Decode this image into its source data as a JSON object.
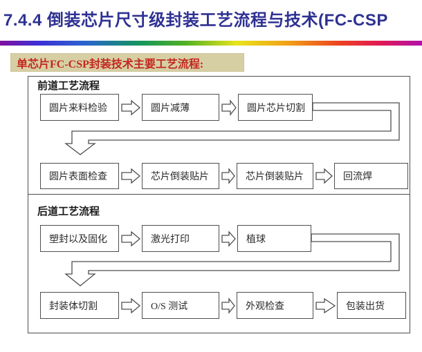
{
  "header": {
    "title": "7.4.4 倒装芯片尺寸级封装工艺流程与技术(FC-CSP"
  },
  "subtitle": {
    "label": "单芯片FC-CSP封装技术主要工艺流程:"
  },
  "colors": {
    "title_text": "#2e3192",
    "subtitle_bg": "#d7cfa4",
    "subtitle_text": "#c3271f",
    "diagram_line": "#4d4d4d"
  },
  "diagram": {
    "front": {
      "label": "前道工艺流程",
      "row1": [
        "圆片来料检验",
        "圆片减薄",
        "圆片芯片切割"
      ],
      "row2": [
        "圆片表面检查",
        "芯片倒装贴片",
        "芯片倒装贴片",
        "回流焊"
      ]
    },
    "back": {
      "label": "后道工艺流程",
      "row1": [
        "塑封以及固化",
        "激光打印",
        "植球"
      ],
      "row2": [
        "封装体切割",
        "O/S 测试",
        "外观检查",
        "包装出货"
      ]
    }
  }
}
